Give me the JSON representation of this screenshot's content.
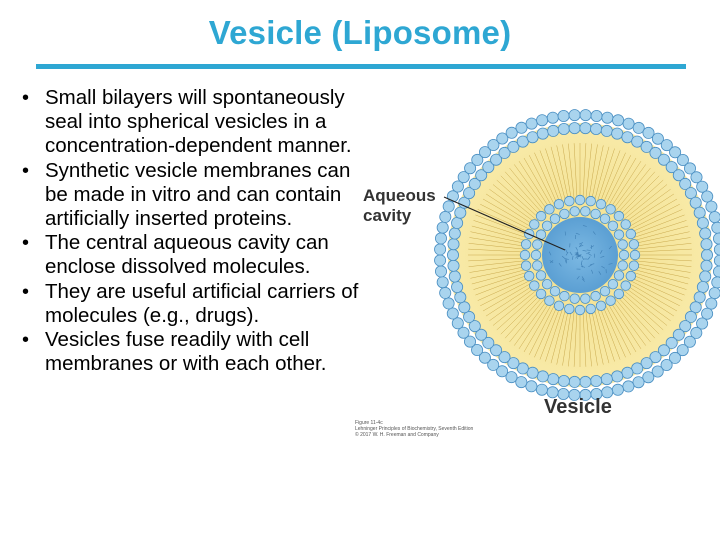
{
  "slide": {
    "title": "Vesicle (Liposome)",
    "bullets": [
      "Small bilayers will spontaneously seal into spherical vesicles in a concentration-dependent manner.",
      "Synthetic vesicle membranes can be made in vitro and can contain artificially inserted proteins.",
      "The central aqueous cavity can enclose dissolved molecules.",
      "They are useful artificial carriers of molecules (e.g., drugs).",
      "Vesicles fuse readily with cell membranes or with each other."
    ]
  },
  "figure": {
    "label_aqueous": "Aqueous\ncavity",
    "label_vesicle": "Vesicle",
    "credit": "Figure 11-4c\nLehninger Principles of Biochemistry, Seventh Edition\n© 2017 W. H. Freeman and Company",
    "colors": {
      "headgroup": "#a9d4ee",
      "headgroup_stroke": "#4a8fc2",
      "tail_fill": "#f8e9a0",
      "cavity": "#6aaedd"
    }
  },
  "theme": {
    "accent": "#2ea7d3"
  }
}
